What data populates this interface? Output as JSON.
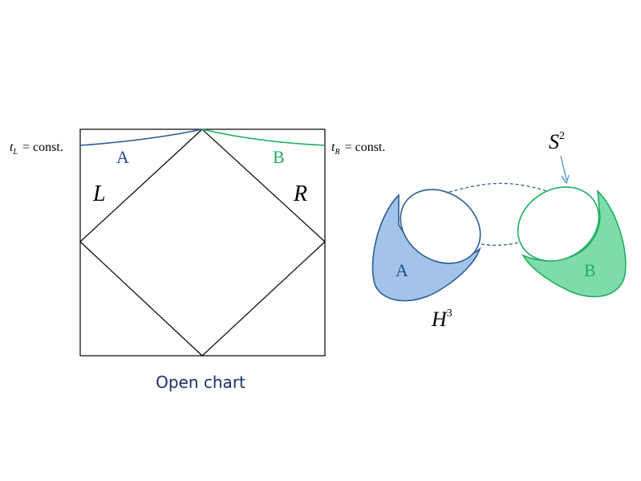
{
  "penrose": {
    "label_tL": "t",
    "label_tL_sub": "L",
    "label_tL_rest": "= const.",
    "label_tR": "t",
    "label_tR_sub": "R",
    "label_tR_rest": "= const.",
    "region_A": "A",
    "region_B": "B",
    "wedge_L": "L",
    "wedge_R": "R",
    "caption": "Open chart"
  },
  "geometry_sketch": {
    "sphere_label": "S",
    "sphere_sup": "2",
    "hyperbolic_label": "H",
    "hyperbolic_sup": "3",
    "region_A": "A",
    "region_B": "B"
  },
  "colors": {
    "A_stroke": "#2b5c92",
    "A_fill": "#a3c3ea",
    "A_text": "#1f4f8a",
    "B_stroke": "#1eae60",
    "B_fill": "#7fdcaa",
    "B_text": "#1eae60",
    "caption": "#1b2f6b",
    "ink": "#000000",
    "arrow": "#4a90c4"
  }
}
